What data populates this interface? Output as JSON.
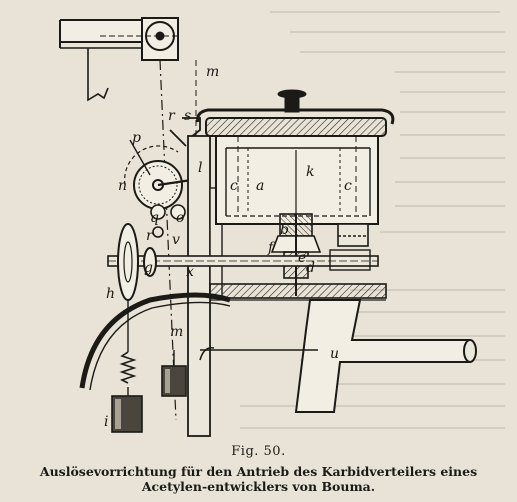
{
  "figure": {
    "number": "Fig. 50.",
    "caption": "Auslösevorrichtung für den Antrieb des Karbidverteilers eines Acetylen-entwicklers von Bouma.",
    "labels": {
      "m_top": "m",
      "r": "r",
      "s": "s",
      "p": "p",
      "n": "n",
      "l": "l",
      "q": "q",
      "o": "o",
      "r_lower": "r",
      "v": "v",
      "c_left": "c",
      "a": "a",
      "k": "k",
      "c_right": "c",
      "b": "b",
      "f": "f",
      "e": "e",
      "d": "d",
      "g": "g",
      "x": "x",
      "h": "h",
      "m_bottom": "m",
      "u": "u",
      "i": "i"
    }
  }
}
